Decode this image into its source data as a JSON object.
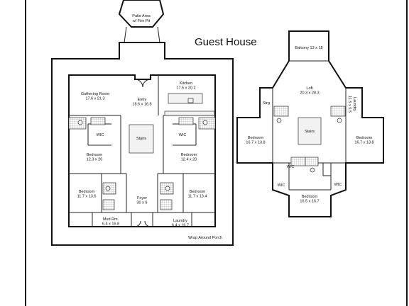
{
  "title": "Guest House",
  "porch_label": "Wrap Around Porch",
  "patio": {
    "line1": "Patio Area",
    "line2": "w/ Fire Pit"
  },
  "main_floor": [
    {
      "id": "gathering",
      "name": "Gathering Room",
      "size": "17.6 x 21.3"
    },
    {
      "id": "entry",
      "name": "Entry",
      "size": "18.6 x 16.8"
    },
    {
      "id": "kitchen",
      "name": "Kitchen",
      "size": "17.5 x 20.2"
    },
    {
      "id": "stairs",
      "name": "Stairs",
      "size": ""
    },
    {
      "id": "wic-left",
      "name": "WIC",
      "size": ""
    },
    {
      "id": "wic-right",
      "name": "WIC",
      "size": ""
    },
    {
      "id": "bed-left",
      "name": "Bedroom",
      "size": "12.3 x 20"
    },
    {
      "id": "bed-right",
      "name": "Bedroom",
      "size": "12.4 x 20"
    },
    {
      "id": "bed-ll",
      "name": "Bedroom",
      "size": "11.7 x 13.6"
    },
    {
      "id": "foyer",
      "name": "Foyer",
      "size": "30 x 9"
    },
    {
      "id": "bed-lr",
      "name": "Bedroom",
      "size": "11.7 x 13.4"
    },
    {
      "id": "mud",
      "name": "Mud Rm.",
      "size": "6.4 x 16.8"
    },
    {
      "id": "laundry",
      "name": "Laundry",
      "size": "6.4 x 16.7"
    }
  ],
  "upper_floor": [
    {
      "id": "balcony",
      "name": "Balcony 13 x 18",
      "size": ""
    },
    {
      "id": "loft",
      "name": "Loft",
      "size": "20.3 x 28.3"
    },
    {
      "id": "strg",
      "name": "Strg",
      "size": ""
    },
    {
      "id": "laundry2",
      "name": "Laundry",
      "size": "11.5 x 5.5"
    },
    {
      "id": "stairs2",
      "name": "Stairs",
      "size": ""
    },
    {
      "id": "bed-w",
      "name": "Bedroom",
      "size": "16.7 x 13.8"
    },
    {
      "id": "bed-e",
      "name": "Bedroom",
      "size": "16.7 x 13.8"
    },
    {
      "id": "wic2a",
      "name": "WIC",
      "size": ""
    },
    {
      "id": "wic2b",
      "name": "WIC",
      "size": ""
    },
    {
      "id": "wic2c",
      "name": "WIC",
      "size": ""
    },
    {
      "id": "bed-s",
      "name": "Bedroom",
      "size": "16.5 x 16.7"
    }
  ]
}
